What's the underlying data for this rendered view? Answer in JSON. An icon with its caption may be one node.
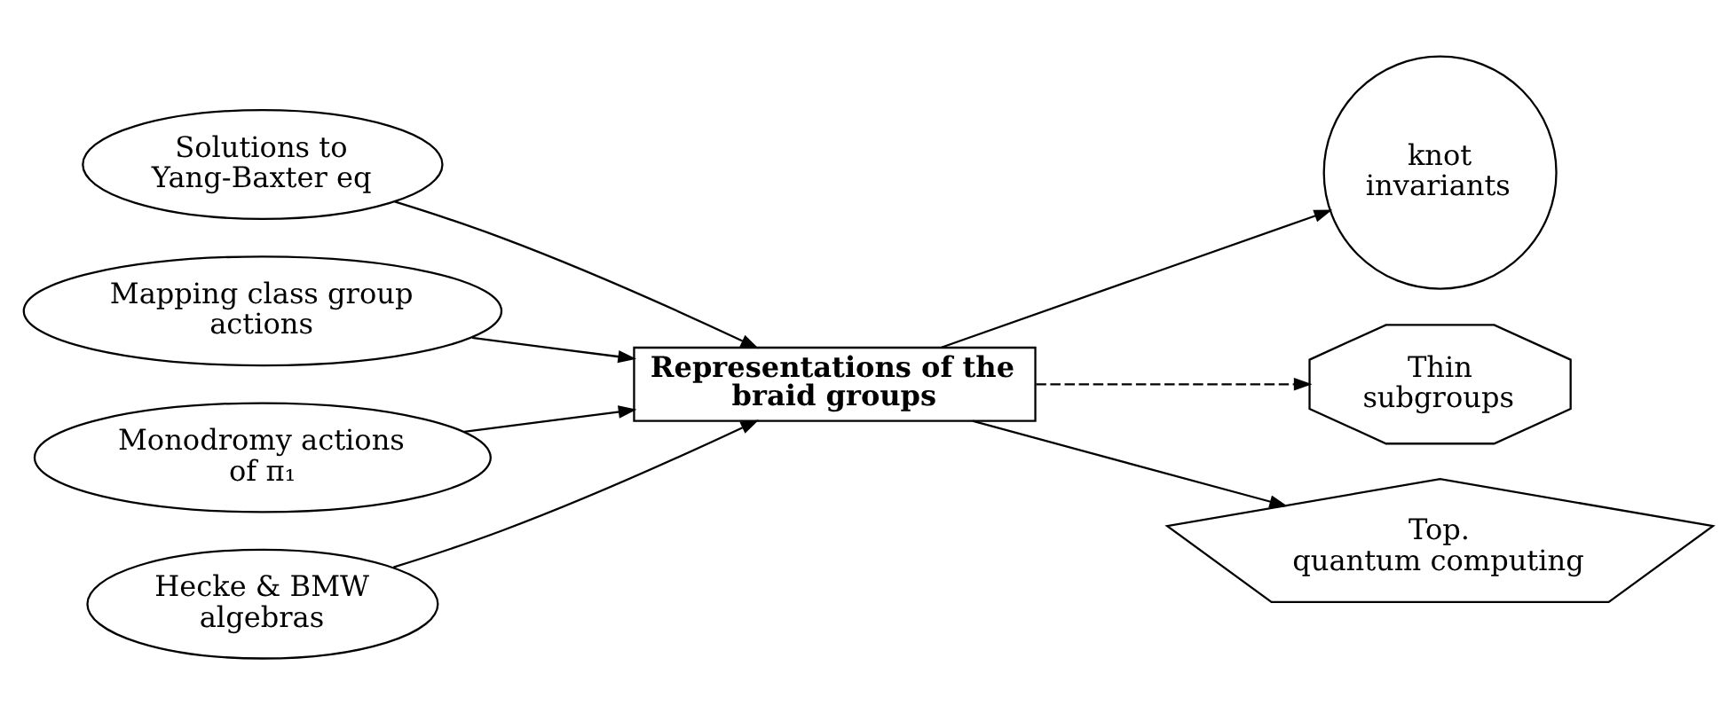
{
  "diagram": {
    "nodes": [
      {
        "text": [
          "Solutions to Yang-Baxter eq"
        ]
      },
      {
        "text": [
          "Mapping class group actions"
        ]
      },
      {
        "text": [
          "Monodromy actions of π₁"
        ]
      },
      {
        "text": [
          "Hecke & BMW algebras"
        ]
      },
      {
        "text": [
          "Representations of the braid groups"
        ]
      },
      {
        "text": [
          "knot invariants"
        ]
      },
      {
        "text": [
          "Thin subgroups"
        ]
      },
      {
        "text": [
          "Top. quantum computing"
        ]
      }
    ],
    "edges": [
      {
        "from": 0,
        "to": 4,
        "arrow": "to"
      },
      {
        "from": 1,
        "to": 4,
        "arrow": "to"
      },
      {
        "from": 2,
        "to": 4,
        "arrow": "to"
      },
      {
        "from": 3,
        "to": 4,
        "arrow": "to"
      },
      {
        "from": 4,
        "to": 5,
        "arrow": "to"
      },
      {
        "from": 4,
        "to": 6,
        "arrow": "to",
        "style": "dashed"
      },
      {
        "from": 4,
        "to": 7,
        "arrow": "to"
      }
    ]
  }
}
